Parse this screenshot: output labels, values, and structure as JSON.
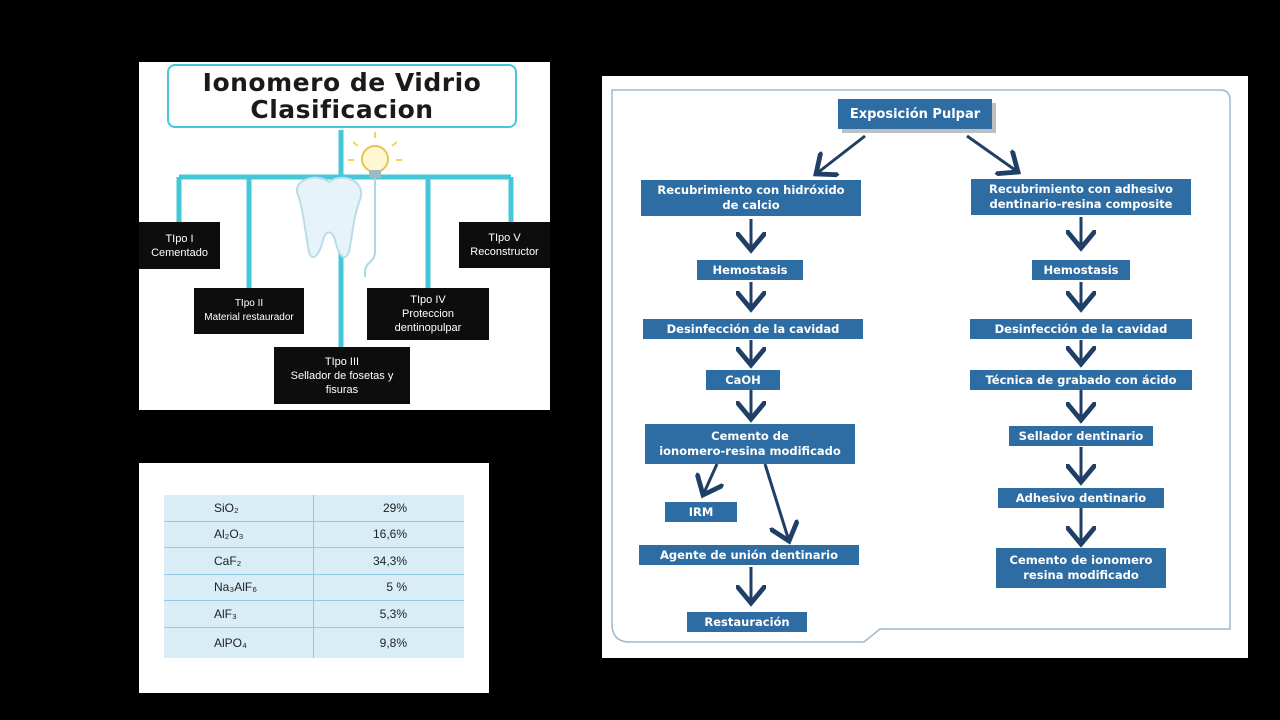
{
  "classification": {
    "title_line1": "Ionomero de Vidrio",
    "title_line2": "Clasificacion",
    "types": [
      {
        "label": "TIpo I\nCementado"
      },
      {
        "label": "TIpo II\nMaterial restaurador"
      },
      {
        "label": "TIpo III\nSellador de fosetas y\nfisuras"
      },
      {
        "label": "TIpo IV\nProteccion\ndentinopulpar"
      },
      {
        "label": "TIpo V\nReconstructor"
      }
    ],
    "colors": {
      "line": "#44c7d8",
      "box": "#0d0d0d"
    },
    "illustration": [
      "tooth-icon",
      "lightbulb-icon"
    ]
  },
  "composition": {
    "rows": [
      {
        "compound": "SiO₂",
        "percent": "29%"
      },
      {
        "compound": "Al₂O₃",
        "percent": "16,6%"
      },
      {
        "compound": "CaF₂",
        "percent": "34,3%"
      },
      {
        "compound": "Na₃AlF₆",
        "percent": "5 %"
      },
      {
        "compound": "AlF₃",
        "percent": "5,3%"
      },
      {
        "compound": "AlPO₄",
        "percent": "9,8%"
      }
    ]
  },
  "flowchart": {
    "root": "Exposición Pulpar",
    "left": [
      "Recubrimiento con hidróxido\nde calcio",
      "Hemostasis",
      "Desinfección de la cavidad",
      "CaOH",
      "Cemento de\nionomero-resina modificado",
      "IRM",
      "Agente de unión dentinario",
      "Restauración"
    ],
    "right": [
      "Recubrimiento con adhesivo\ndentinario-resina composite",
      "Hemostasis",
      "Desinfección de la cavidad",
      "Técnica de grabado con ácido",
      "Sellador dentinario",
      "Adhesivo dentinario",
      "Cemento de ionomero\nresina modificado"
    ],
    "colors": {
      "box": "#2e6da3",
      "arrow": "#1f3f66",
      "border": "#9fb8cf"
    }
  }
}
